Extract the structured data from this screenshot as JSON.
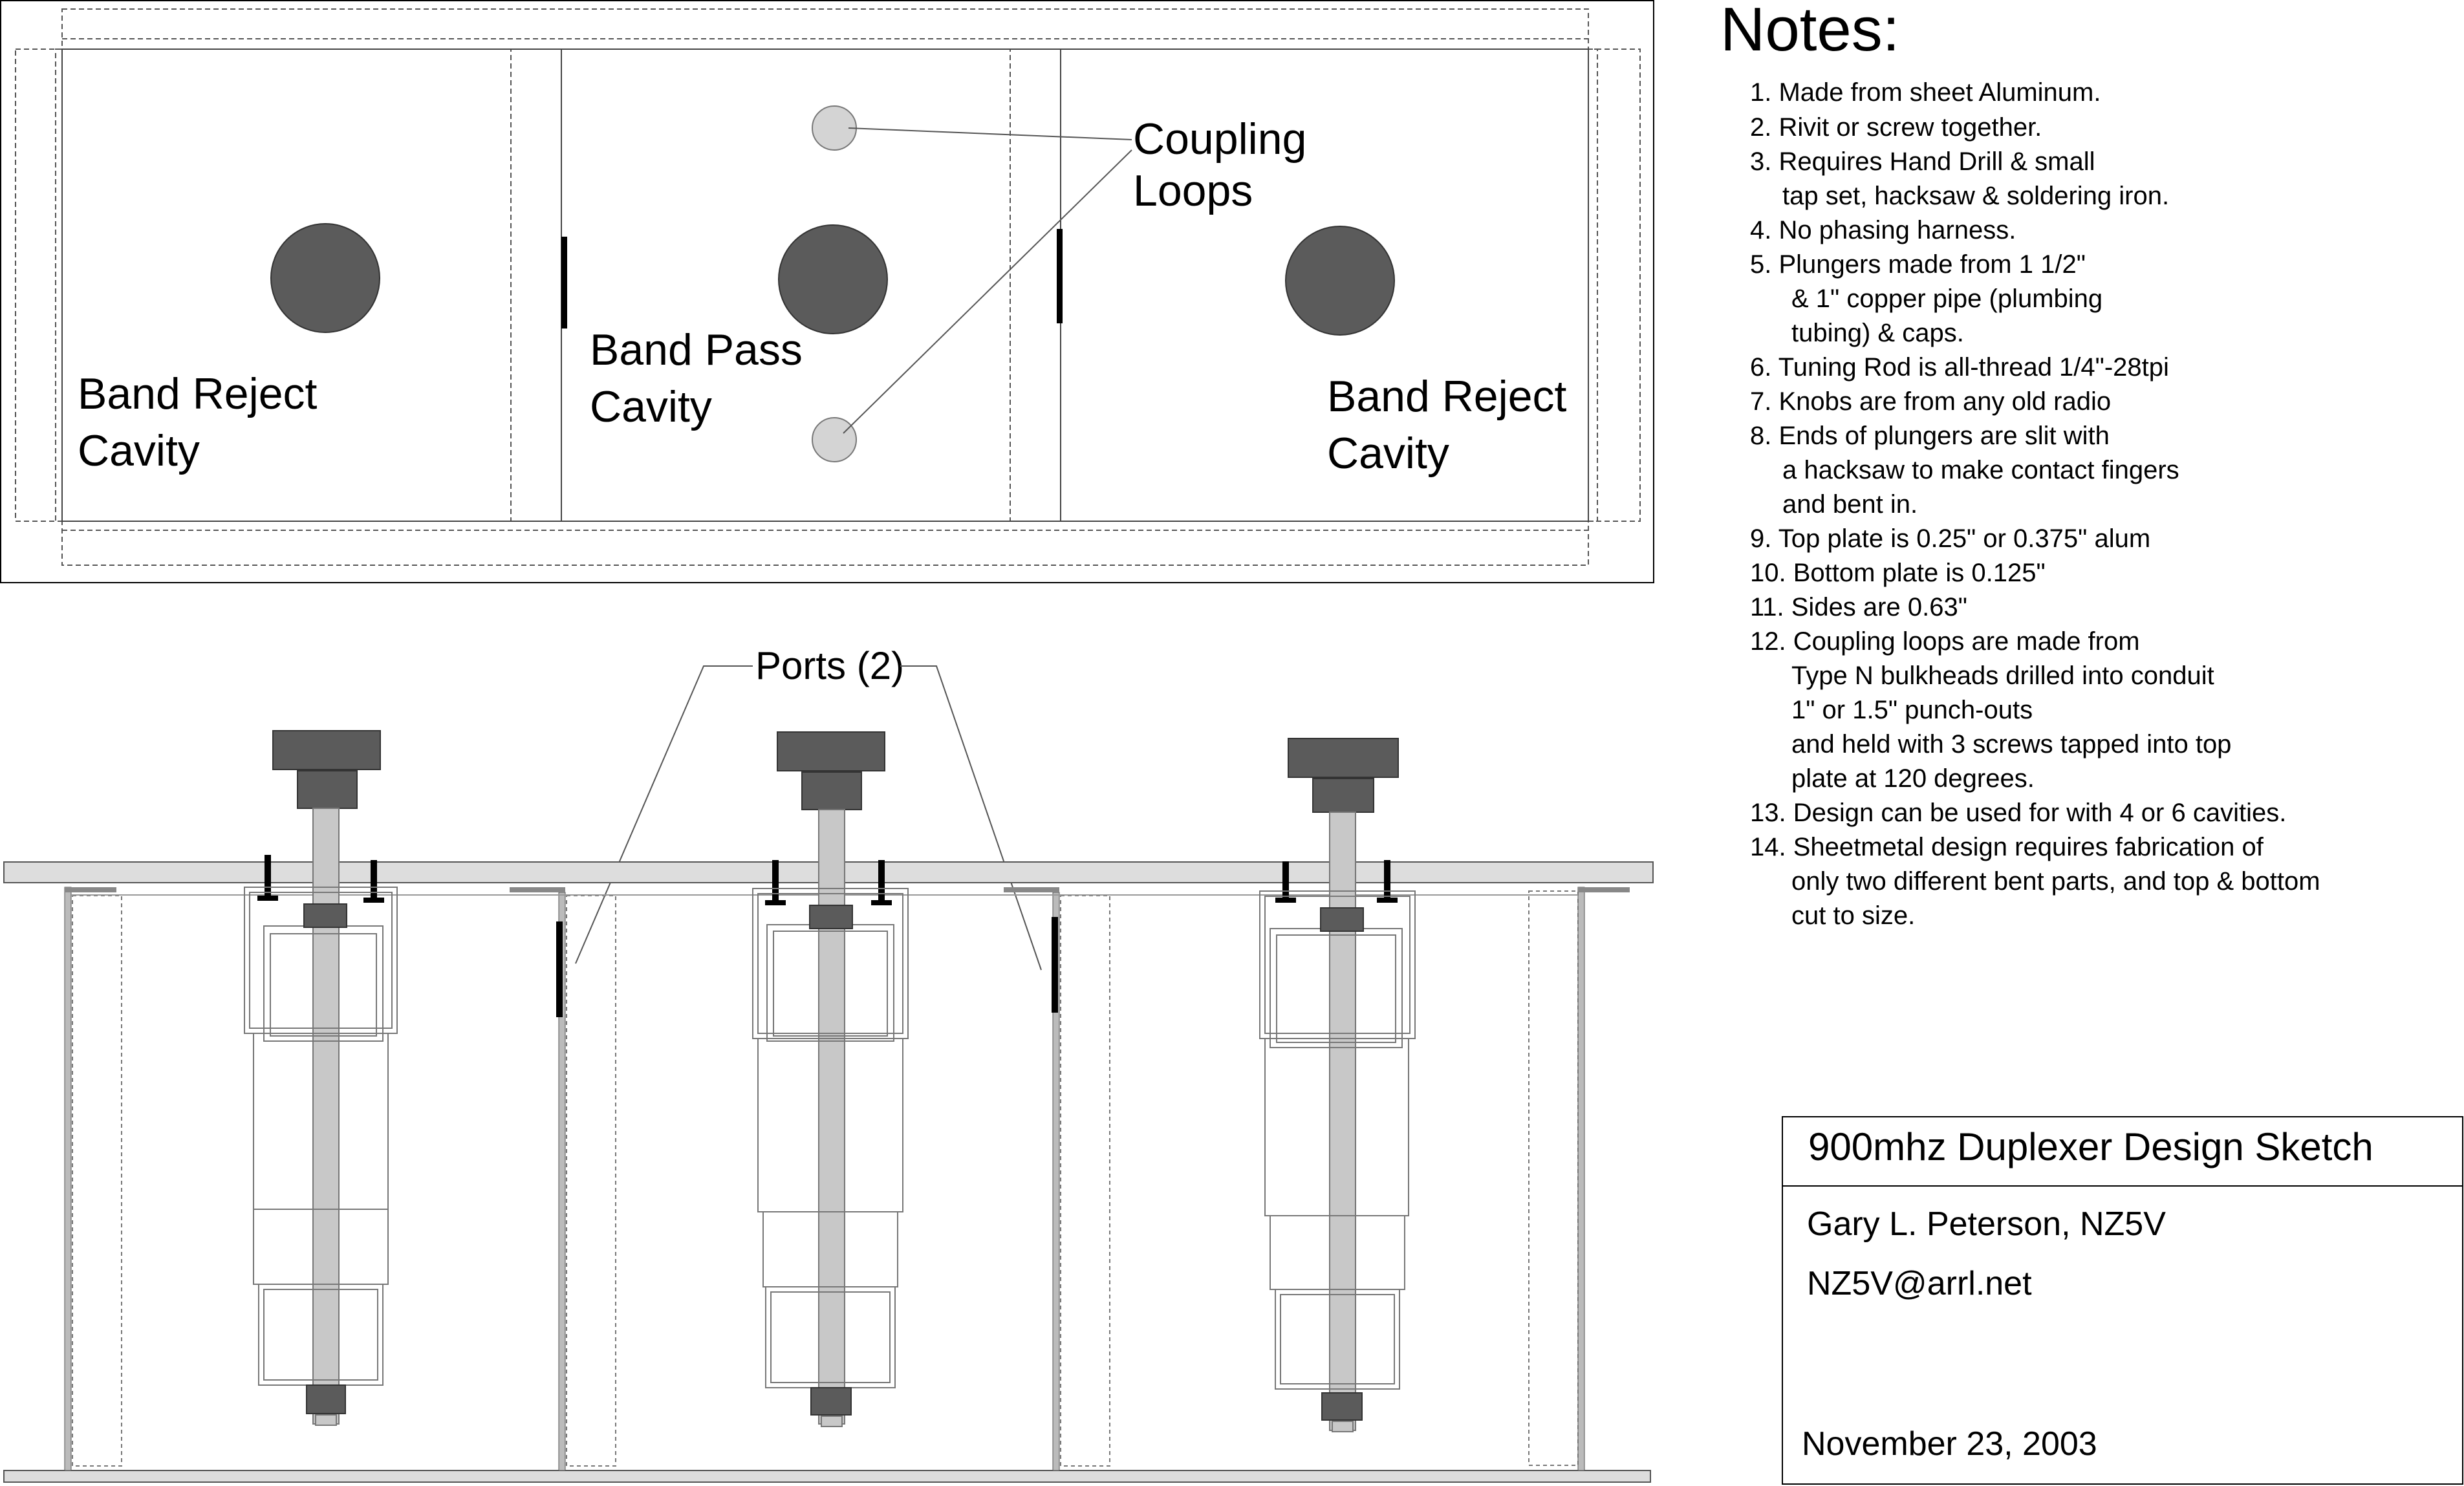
{
  "top_view": {
    "labels": {
      "band_reject_left": [
        "Band Reject",
        "Cavity"
      ],
      "band_pass": [
        "Band Pass",
        "Cavity"
      ],
      "band_reject_right": [
        "Band Reject",
        "Cavity"
      ],
      "coupling_loops": [
        "Coupling",
        "Loops"
      ]
    },
    "colors": {
      "post": "#5b5b5b",
      "loop": "#d4d4d4"
    }
  },
  "side_view": {
    "ports_label": "Ports (2)",
    "colors": {
      "knob": "#5b5b5b",
      "rod": "#c8c8c8",
      "plate": "#dddddd"
    }
  },
  "notes": {
    "heading": "Notes:",
    "lines": [
      "1. Made from sheet Aluminum.",
      "2. Rivit or screw together.",
      "3. Requires Hand Drill & small",
      "tap set, hacksaw & soldering iron.",
      "4. No phasing harness.",
      "5. Plungers made from 1 1/2\"",
      "& 1\" copper pipe (plumbing",
      "tubing) & caps.",
      "6. Tuning Rod is all-thread 1/4\"-28tpi",
      "7. Knobs are from any old radio",
      "8. Ends of plungers are slit with",
      "a hacksaw to make contact fingers",
      "and bent in.",
      "9. Top plate is 0.25\" or 0.375\" alum",
      "10. Bottom plate is 0.125\"",
      "11. Sides are 0.63\"",
      "12. Coupling loops are made from",
      "Type N bulkheads drilled into conduit",
      "1\" or 1.5\" punch-outs",
      "and held with 3 screws tapped into top",
      "plate at 120 degrees.",
      "13. Design can be used for with 4 or 6 cavities.",
      "14. Sheetmetal design requires fabrication of",
      "only two different bent parts, and top & bottom",
      "cut to size."
    ]
  },
  "title_block": {
    "title": "900mhz Duplexer Design Sketch",
    "author": "Gary L. Peterson, NZ5V",
    "email": "NZ5V@arrl.net",
    "date": "November 23, 2003"
  }
}
